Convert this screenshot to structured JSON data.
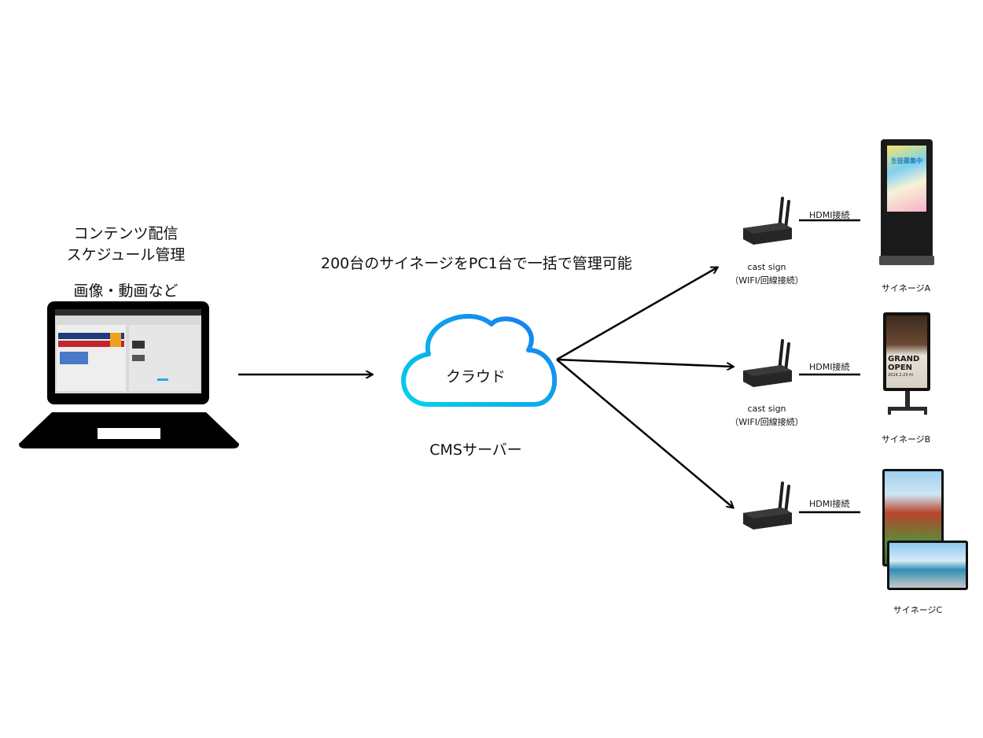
{
  "pc": {
    "label_line1": "コンテンツ配信",
    "label_line2": "スケジュール管理",
    "label_line3": "画像・動画など"
  },
  "cloud": {
    "label": "クラウド",
    "caption": "CMSサーバー",
    "stroke_gradient": [
      "#00d4e8",
      "#1a78f0"
    ]
  },
  "headline": "200台のサイネージをPC1台で一括で管理可能",
  "devices": [
    {
      "name_line1": "cast sign",
      "name_line2": "（WIFI/回線接続）",
      "link": "HDMI接続",
      "signage": "サイネージA"
    },
    {
      "name_line1": "cast sign",
      "name_line2": "（WIFI/回線接続）",
      "link": "HDMI接続",
      "signage": "サイネージB"
    },
    {
      "name_line1": "",
      "name_line2": "",
      "link": "HDMI接続",
      "signage": "サイネージC"
    }
  ],
  "signage_content": {
    "a_title": "生徒募集中",
    "b_line1": "GRAND",
    "b_line2": "OPEN",
    "b_date": "2024.2.23 fri"
  }
}
